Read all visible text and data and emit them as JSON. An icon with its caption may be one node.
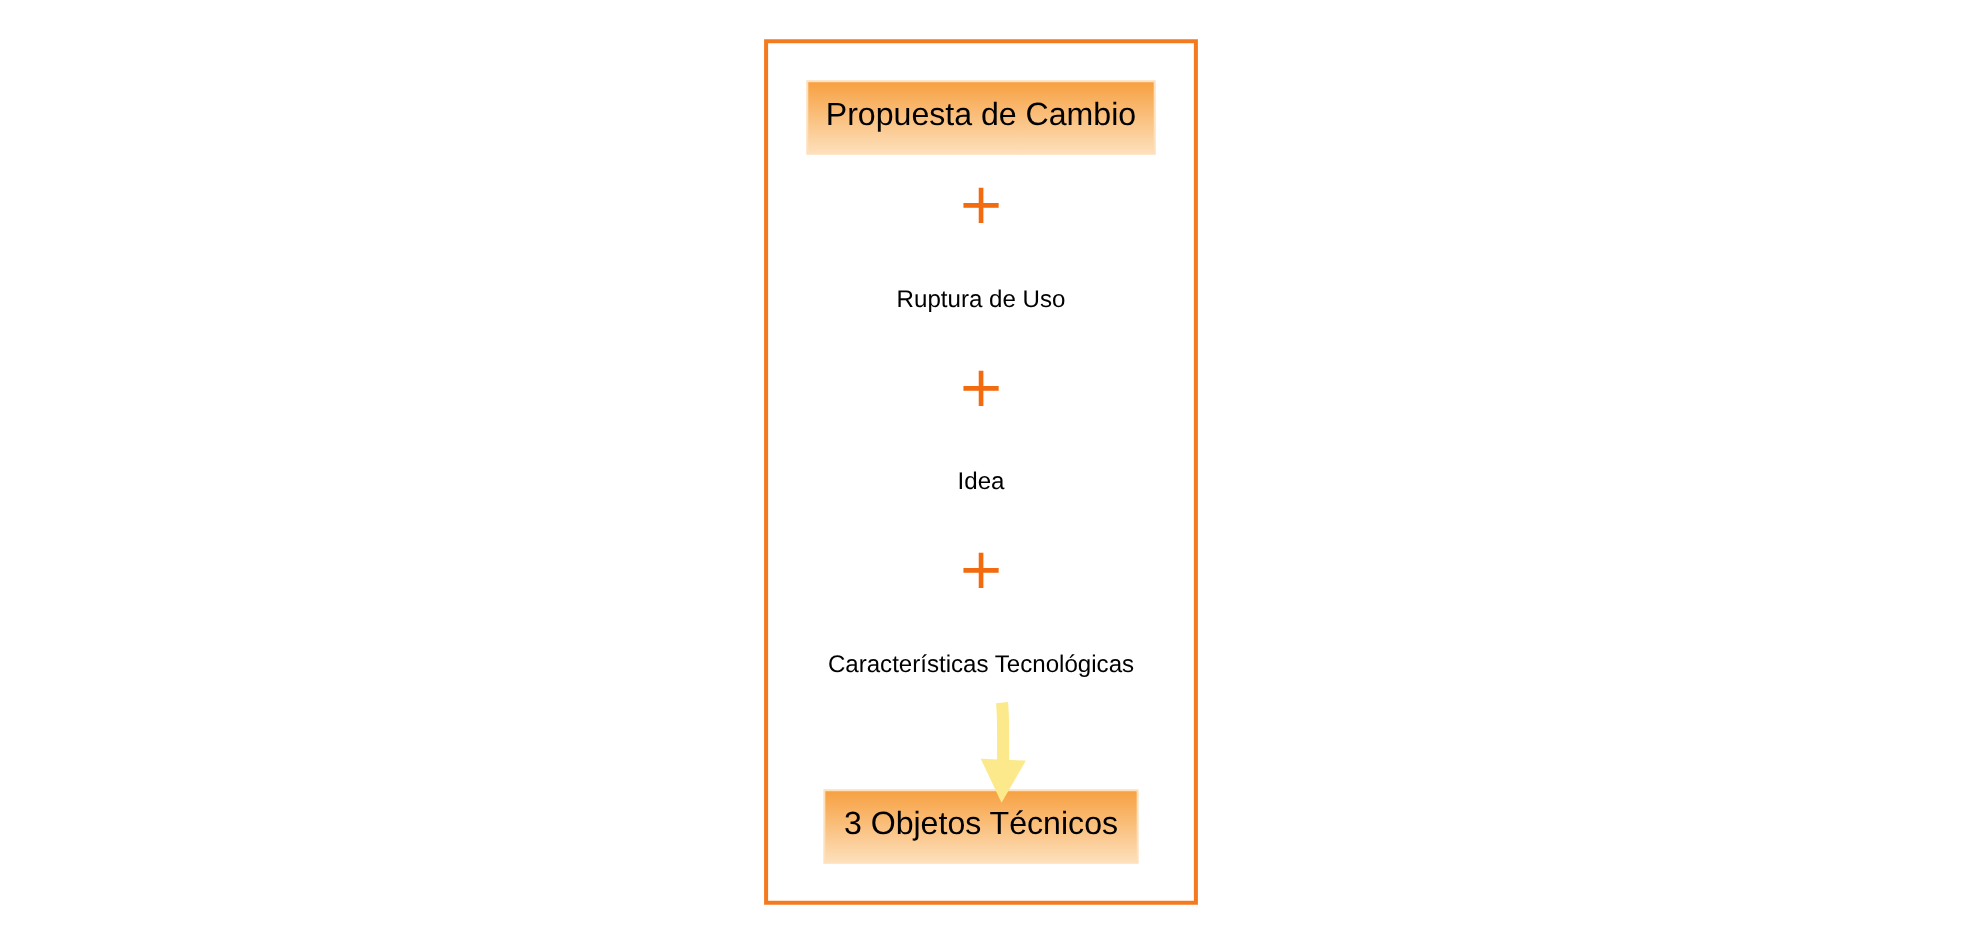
{
  "diagram": {
    "nodes": [
      {
        "text": [],
        "shape": "box"
      },
      {
        "text": [
          "Propuesta de Cambio"
        ],
        "in": 0
      },
      {
        "text": [
          "Ruptura de Uso"
        ],
        "in": 0
      },
      {
        "text": [
          "Idea"
        ],
        "in": 0
      },
      {
        "text": [
          "Características Tecnológicas"
        ],
        "in": 0
      },
      {
        "text": [
          "3 Objetos Técnicos"
        ],
        "in": 0
      }
    ],
    "edges": [
      {
        "from": 4,
        "to": 5,
        "arrow": "to",
        "color": "#fce98c"
      }
    ],
    "labels": [
      "+",
      "+",
      "+"
    ]
  }
}
